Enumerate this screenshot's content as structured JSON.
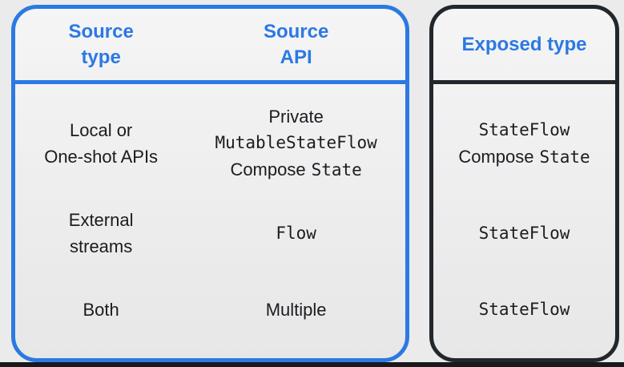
{
  "theme": {
    "accent_blue": "#2b79e2",
    "dark_border": "#22272d",
    "text_color": "#1b1c1e",
    "bottom_bar": "#17191d",
    "box_bg_top": "#f5f5f6",
    "box_bg_bottom": "#e7e7e8",
    "page_bg": "#ebebec"
  },
  "source_table": {
    "header": {
      "col_type": "Source\ntype",
      "col_api": "Source\nAPI"
    },
    "rows": [
      {
        "source_type": "Local or\nOne-shot APIs",
        "api_line1": "Private",
        "api_line2_code": "MutableStateFlow",
        "api_line3_prefix": "Compose",
        "api_line3_code": "State"
      },
      {
        "source_type": "External\nstreams",
        "api_code": "Flow"
      },
      {
        "source_type": "Both",
        "api_text": "Multiple"
      }
    ]
  },
  "exposed_table": {
    "header": "Exposed type",
    "rows": [
      {
        "line1_code": "StateFlow",
        "line2_prefix": "Compose",
        "line2_code": "State"
      },
      {
        "code": "StateFlow"
      },
      {
        "code": "StateFlow"
      }
    ]
  }
}
